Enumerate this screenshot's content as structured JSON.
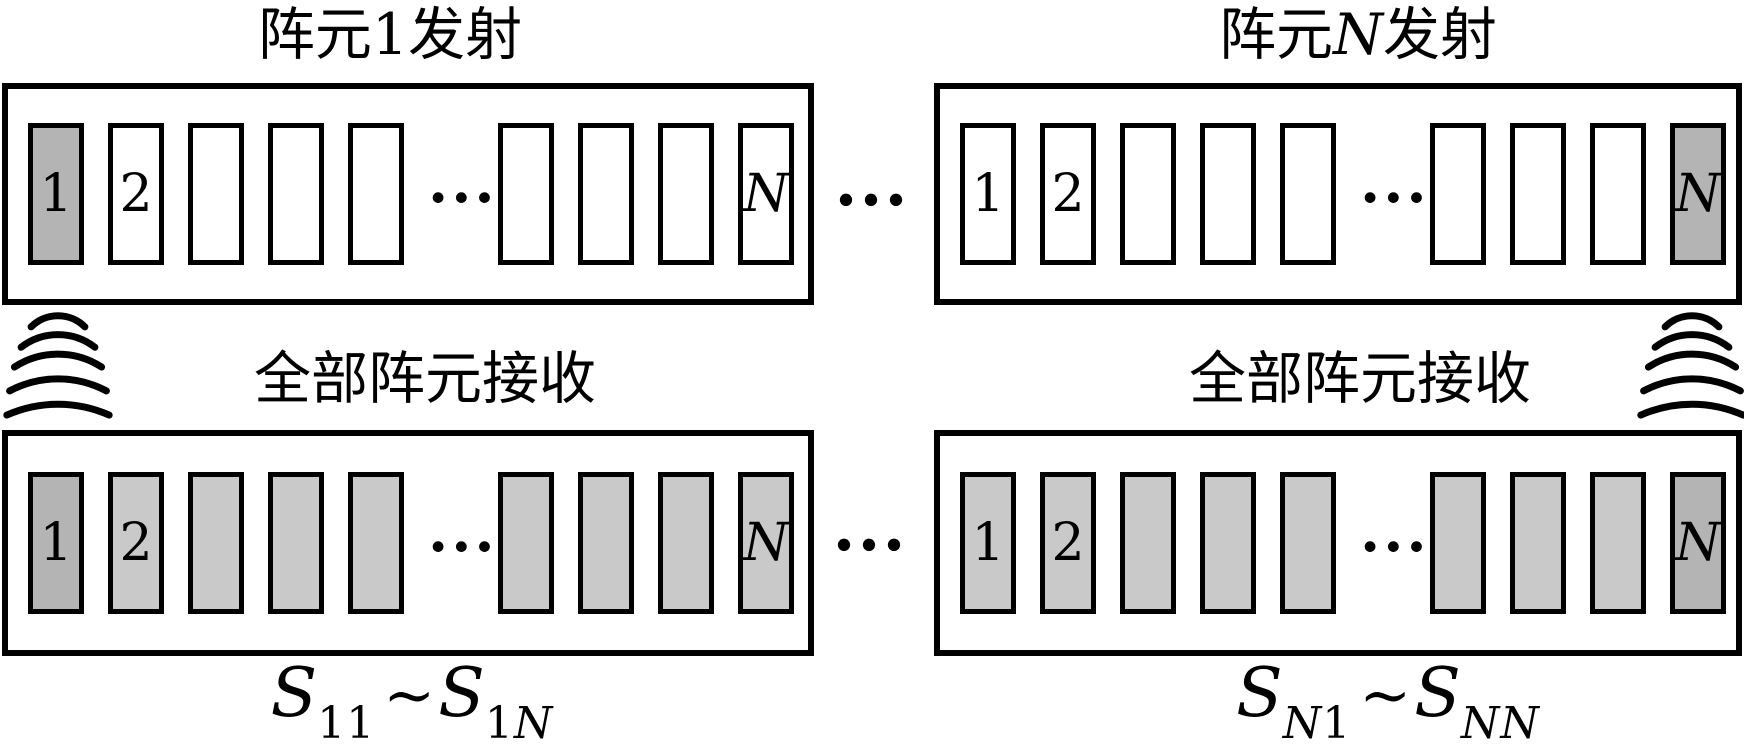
{
  "colors": {
    "background": "#ffffff",
    "line": "#000000",
    "transmit_element_fill": "#b4b4b4",
    "receive_element_fill": "#c9c9c9"
  },
  "left_group": {
    "title": {
      "prefix": "阵元",
      "element": "1",
      "suffix": "发射"
    },
    "transmit_array": {
      "cells": [
        "1",
        "2",
        "",
        "",
        "",
        "···",
        "",
        "",
        "",
        "N"
      ]
    },
    "receive_caption": "全部阵元接收",
    "receive_array": {
      "cells": [
        "1",
        "2",
        "",
        "",
        "",
        "···",
        "",
        "",
        "",
        "N"
      ]
    },
    "s_label": {
      "s1": "S",
      "sub1_upright": "11",
      "sub1_italic": "",
      "tilde": "~",
      "s2": "S",
      "sub2_upright": "1",
      "sub2_italic": "N"
    }
  },
  "right_group": {
    "title": {
      "prefix": "阵元",
      "element": "N",
      "suffix": "发射"
    },
    "transmit_array": {
      "cells": [
        "1",
        "2",
        "",
        "",
        "",
        "···",
        "",
        "",
        "",
        "N"
      ]
    },
    "receive_caption": "全部阵元接收",
    "receive_array": {
      "cells": [
        "1",
        "2",
        "",
        "",
        "",
        "···",
        "",
        "",
        "",
        "N"
      ]
    },
    "s_label": {
      "s1": "S",
      "sub1_italic": "N",
      "sub1_upright": "1",
      "tilde": "~",
      "s2": "S",
      "sub2_italic": "NN",
      "sub2_upright": ""
    }
  },
  "between": {
    "ellipsis_top": "···",
    "ellipsis_bottom": "···"
  }
}
